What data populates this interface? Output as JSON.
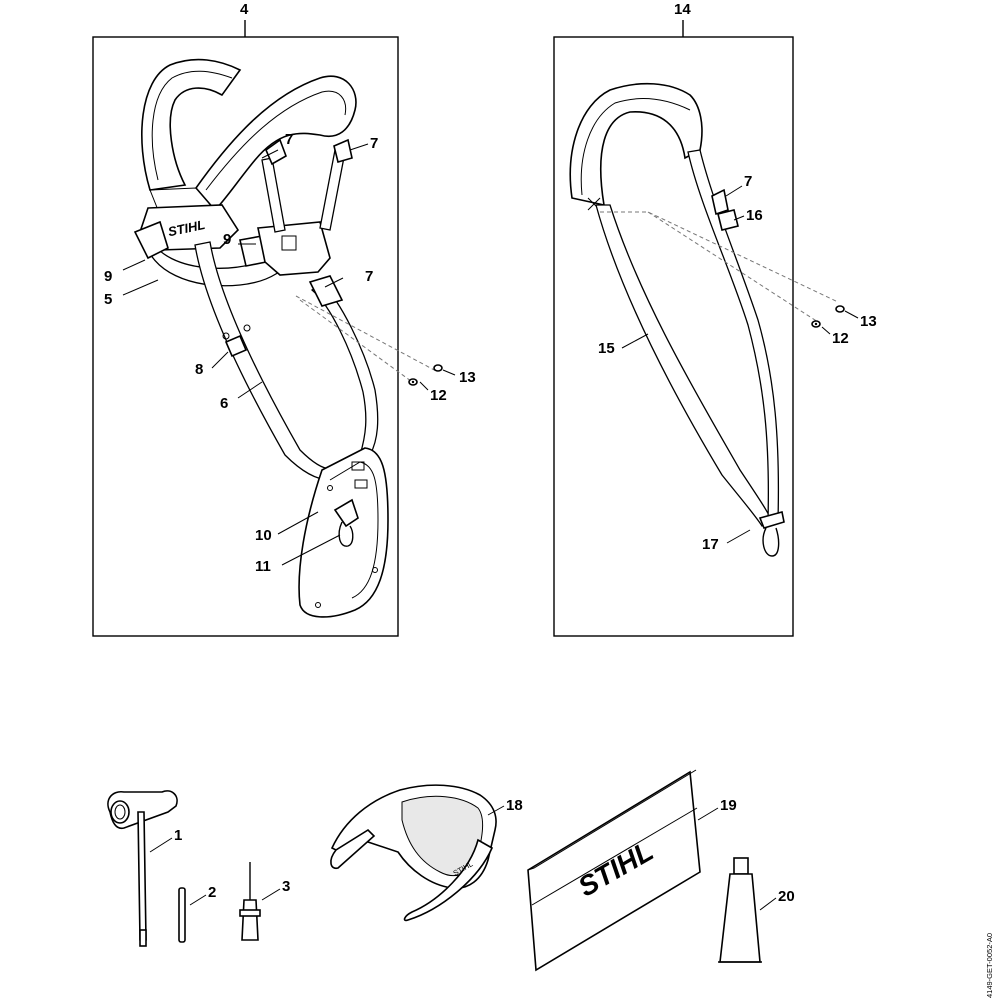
{
  "colors": {
    "line": "#000000",
    "background": "#ffffff",
    "shade": "#e8e8e8"
  },
  "brand_marks": {
    "harness_logo": "STIHL",
    "pouch_logo": "STIHL",
    "glasses_logo": "STIHL"
  },
  "panels": {
    "full_harness": {
      "number": "4"
    },
    "shoulder_strap": {
      "number": "14"
    }
  },
  "callouts": {
    "c1": "1",
    "c2": "2",
    "c3": "3",
    "c5": "5",
    "c6": "6",
    "c7a": "7",
    "c7b": "7",
    "c7c": "7",
    "c7d": "7",
    "c8": "8",
    "c9a": "9",
    "c9b": "9",
    "c10": "10",
    "c11": "11",
    "c12a": "12",
    "c12b": "12",
    "c13a": "13",
    "c13b": "13",
    "c15": "15",
    "c16": "16",
    "c17": "17",
    "c18": "18",
    "c19": "19",
    "c20": "20"
  },
  "reference_code": "4149-GET-0052-A0"
}
